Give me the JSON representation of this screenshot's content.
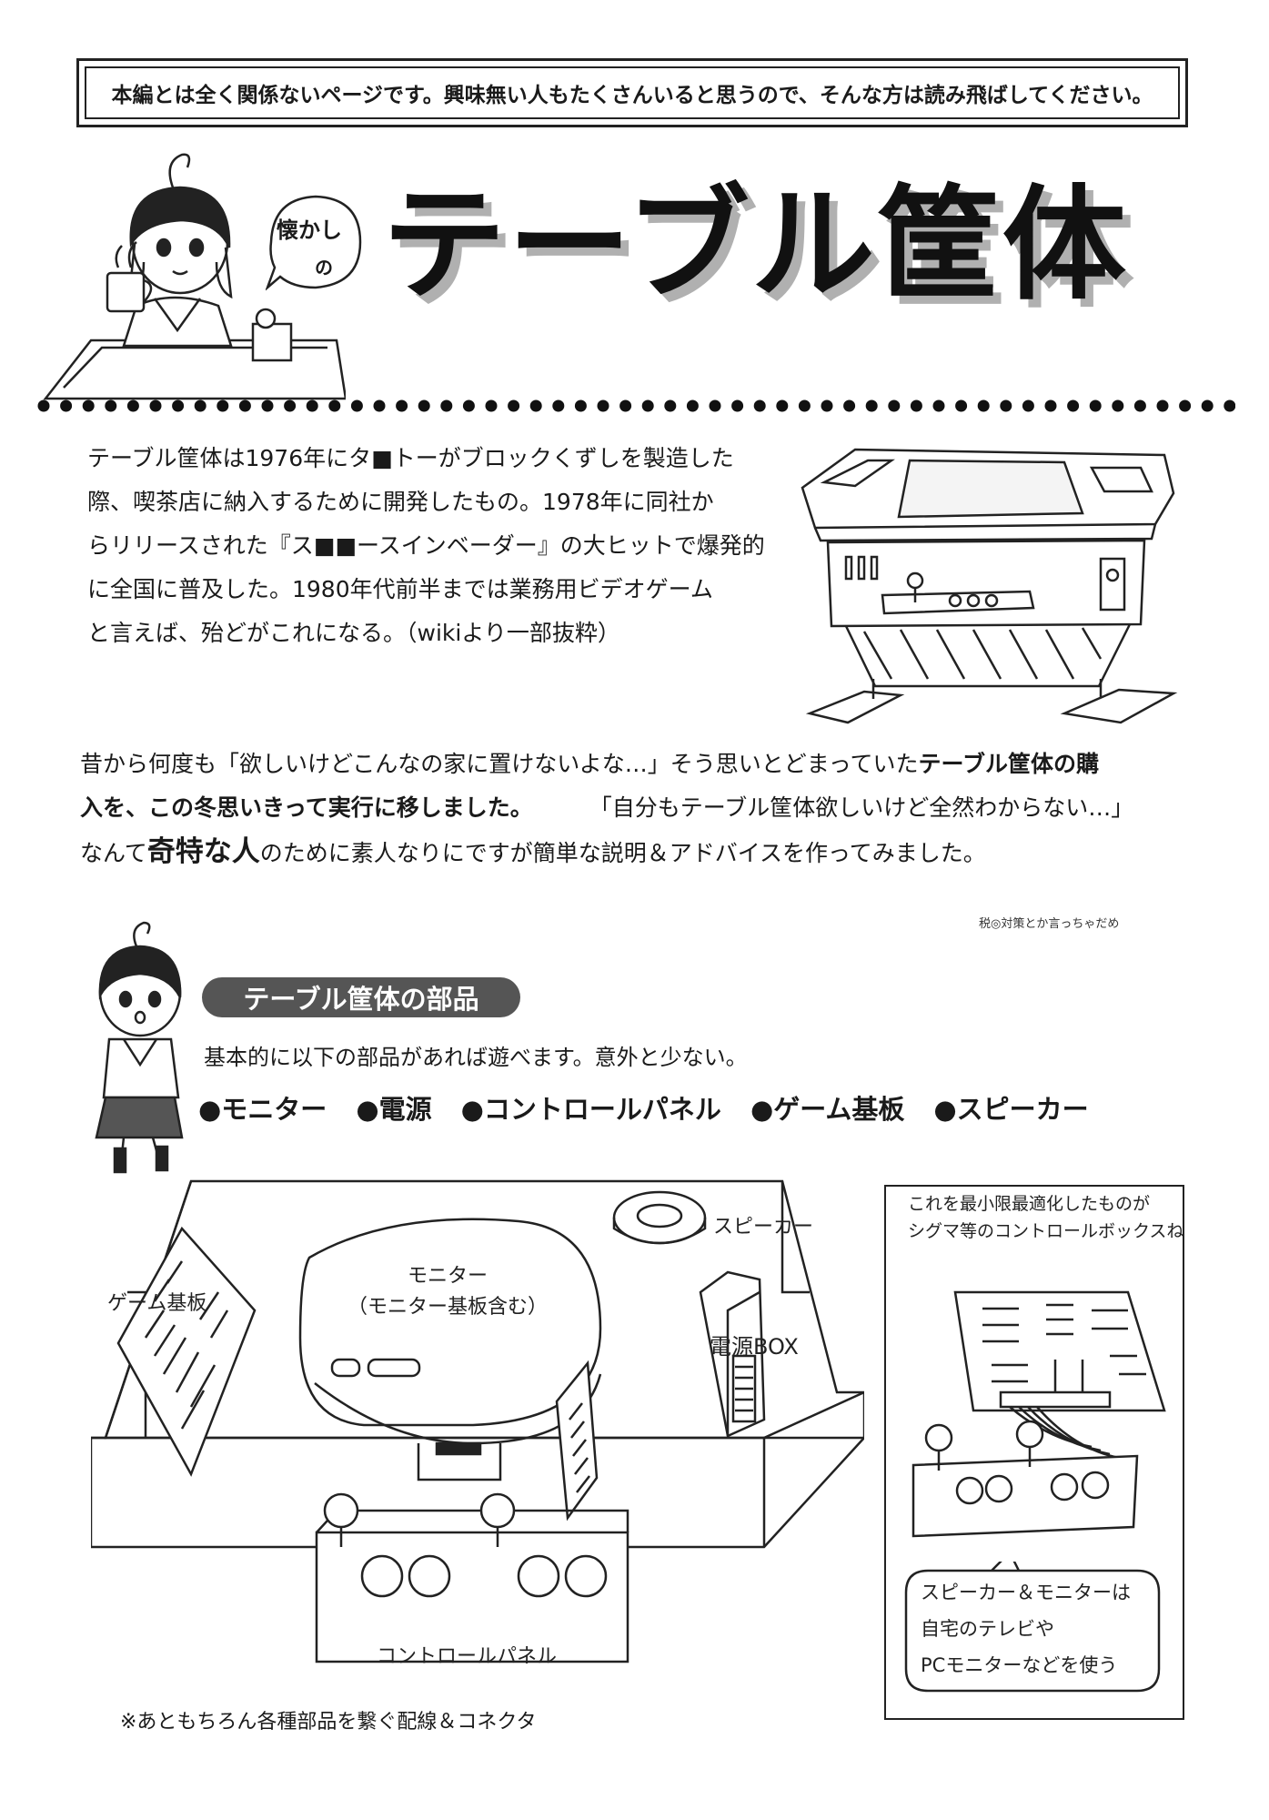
{
  "notice": "本編とは全く関係ないページです。興味無い人もたくさんいると思うので、そんな方は読み飛ばしてください。",
  "title": {
    "main": "テーブル筐体",
    "bubble_line1": "懐かし",
    "bubble_line2": "の"
  },
  "intro": {
    "lines": [
      "テーブル筐体は1976年にタ■トーがブロックくずしを製造した",
      "際、喫茶店に納入するために開発したもの。1978年に同社か",
      "らリリースされた『ス■■ースインベーダー』の大ヒットで爆発的",
      "に全国に普及した。1980年代前半までは業務用ビデオゲーム",
      "と言えば、殆どがこれになる。（wikiより一部抜粋）"
    ]
  },
  "story": {
    "line1_a": "昔から何度も「欲しいけどこんなの家に置けないよな…」そう思いとどまっていた",
    "line1_b": "テーブル筐体の購",
    "line2_a": "入を、この冬思いきって実行に移しました。",
    "line2_b": "「自分もテーブル筐体欲しいけど全然わからない…」",
    "line3_a": "なんて",
    "line3_b": "奇特な人",
    "line3_c": "のために素人なりにですが簡単な説明＆アドバイスを作ってみました。"
  },
  "tiny_note": "税◎対策とか言っちゃだめ",
  "section": {
    "heading": "テーブル筐体の部品",
    "basic": "基本的に以下の部品があれば遊べます。意外と少ない。",
    "parts": [
      "●モニター",
      "●電源",
      "●コントロールパネル",
      "●ゲーム基板",
      "●スピーカー"
    ]
  },
  "diagram": {
    "game_board": "ゲーム基板",
    "monitor_line1": "モニター",
    "monitor_line2": "（モニター基板含む）",
    "speaker": "スピーカー",
    "power_box": "電源BOX",
    "control_panel": "コントロールパネル"
  },
  "sidebox": {
    "caption_line1": "これを最小限最適化したものが",
    "caption_line2": "シグマ等のコントロールボックスね",
    "bubble_lines": [
      "スピーカー＆モニターは",
      "自宅のテレビや",
      "PCモニターなどを使う"
    ]
  },
  "footnote": "※あともちろん各種部品を繋ぐ配線＆コネクタ"
}
